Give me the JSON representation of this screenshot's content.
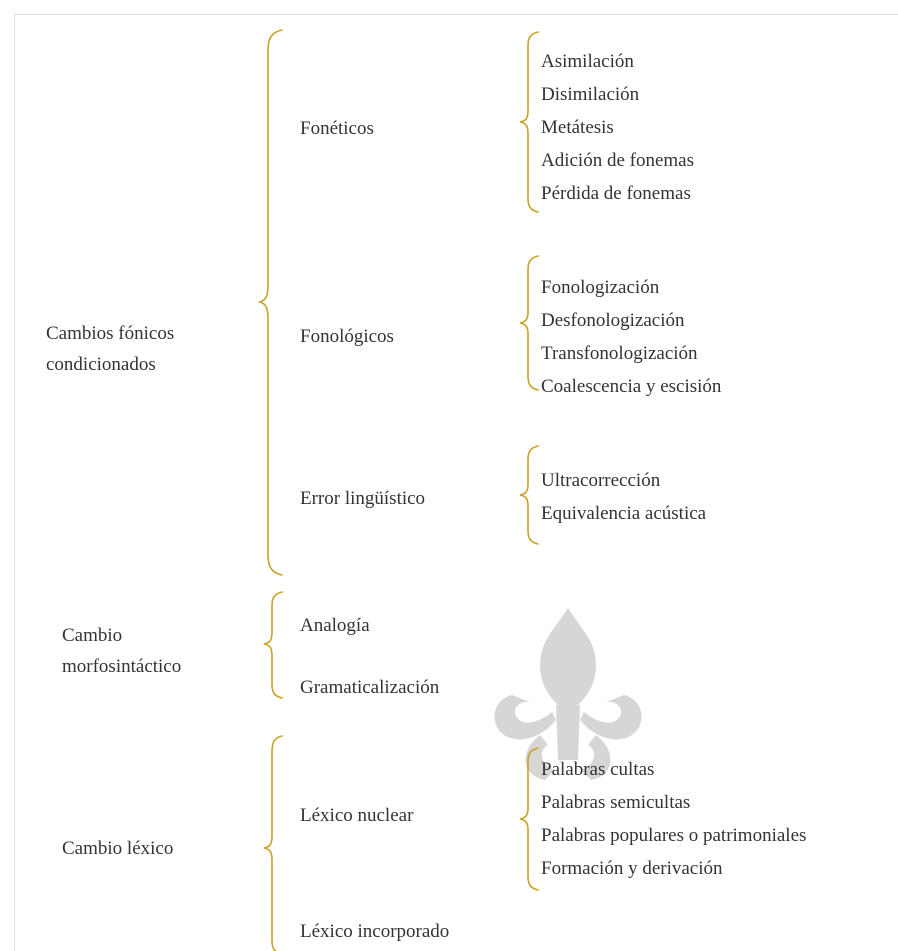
{
  "colors": {
    "brace": "#c9a227",
    "text": "#333333",
    "watermark": "#d0d0d0"
  },
  "groups": [
    {
      "label_lines": [
        "Cambios fónicos",
        "condicionados"
      ],
      "subgroups": [
        {
          "label": "Fonéticos",
          "items": [
            "Asimilación",
            "Disimilación",
            "Metátesis",
            "Adición de fonemas",
            "Pérdida de fonemas"
          ]
        },
        {
          "label": "Fonológicos",
          "items": [
            "Fonologización",
            "Desfonologización",
            "Transfonologización",
            "Coalescencia y escisión"
          ]
        },
        {
          "label": "Error lingüístico",
          "items": [
            "Ultracorrección",
            "Equivalencia acústica"
          ]
        }
      ]
    },
    {
      "label_lines": [
        "Cambio",
        "morfosintáctico"
      ],
      "subgroups": [
        {
          "label": "Analogía",
          "items": []
        },
        {
          "label": "Gramaticalización",
          "items": []
        }
      ]
    },
    {
      "label_lines": [
        "Cambio léxico"
      ],
      "subgroups": [
        {
          "label": "Léxico nuclear",
          "items": [
            "Palabras cultas",
            "Palabras semicultas",
            "Palabras populares o patrimoniales",
            "Formación y derivación"
          ]
        },
        {
          "label": "Léxico incorporado",
          "items": []
        }
      ]
    }
  ]
}
